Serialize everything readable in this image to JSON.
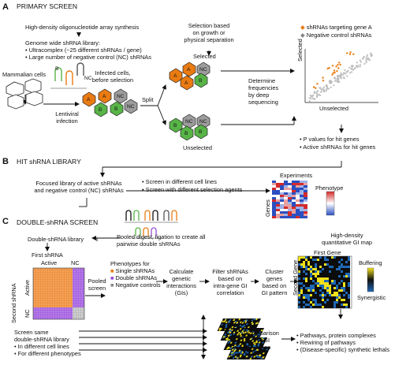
{
  "panels": {
    "A": {
      "letter": "A",
      "title": "PRIMARY SCREEN",
      "synthesis": "High-density oligonucleotide array synthesis",
      "library_title": "Genome wide shRNA library:",
      "library_items": [
        "Ultracomplex (~25 different shRNAs / gene)",
        "Large number of negative control (NC) shRNAs"
      ],
      "mammalian_cells": "Mammalian cells",
      "lentiviral": [
        "Lentiviral",
        "infection"
      ],
      "infected": [
        "Infected cells,",
        "before selection"
      ],
      "split": "Split",
      "selection_note": [
        "Selection based",
        "on growth or",
        "physical separation"
      ],
      "selected": "Selected",
      "unselected": "Unselected",
      "determine": [
        "Determine",
        "frequencies",
        "by deep",
        "sequencing"
      ],
      "legend": [
        "shRNAs targeting gene A",
        "Negative control shRNAs"
      ],
      "axis_x": "Unselected",
      "axis_y": "Selected",
      "outputs": [
        "P values for hit genes",
        "Active shRNAs for hit genes"
      ],
      "cell_labels": {
        "a": "A",
        "b": "B",
        "nc": "NC"
      }
    },
    "B": {
      "letter": "B",
      "title": "HIT shRNA LIBRARY",
      "focused": [
        "Focused library of active shRNAs",
        "and negative control (NC) shRNAs"
      ],
      "screens": [
        "Screen in different cell lines",
        "Screen with different selection agents"
      ],
      "experiments": "Experiments",
      "genes": "Genes",
      "phenotype": "Phenotype"
    },
    "C": {
      "letter": "C",
      "title": "DOUBLE-shRNA SCREEN",
      "pooled_digest": [
        "Pooled digest, ligation to create all",
        "pairwise double shRNAs"
      ],
      "double_library": "Double-shRNA library",
      "first_shrna": "First shRNA",
      "active": "Active",
      "nc": "NC",
      "second_shrna": "Second shRNA",
      "pooled_screen": [
        "Pooled",
        "screen"
      ],
      "phenotypes_title": [
        "Phenotypes for"
      ],
      "phenotypes": [
        "Single shRNAs",
        "Double shRNAs",
        "Negative controls"
      ],
      "calculate": [
        "Calculate",
        "genetic",
        "interactions",
        "(GIs)"
      ],
      "filter": [
        "Filter shRNAs",
        "based on",
        "intra-gene GI",
        "correlation"
      ],
      "cluster": [
        "Cluster",
        "genes",
        "based on",
        "GI pattern"
      ],
      "gi_map_title": [
        "High-density",
        "quantitative GI map"
      ],
      "first_gene": "First Gene",
      "second_gene": "Second Gene",
      "buffering": "Buffering",
      "synergistic": "Synergistic",
      "screen_same": [
        "Screen same",
        "double-shRNA library"
      ],
      "screen_conditions": [
        "In different cell lines",
        "For different phenotypes"
      ],
      "comparison": [
        "Comparison",
        "of GI",
        "maps"
      ],
      "outcomes": [
        "Pathways, protein complexes",
        "Rewiring of pathways",
        "(Disease-specific) synthetic lethals"
      ]
    }
  },
  "colors": {
    "orange": "#e97b12",
    "green": "#58b447",
    "gray_cell": "#9c9c9c",
    "buffering": "#f2e21a",
    "synergistic": "#1f67b5",
    "heat_red": "#d42a2a",
    "heat_blue": "#2b4fc0",
    "grid_purple": "#9b4fd9",
    "grid_orange": "#f08a2e"
  },
  "icons": [
    "arrow-icon",
    "hairpin-icon",
    "cell-icon"
  ]
}
